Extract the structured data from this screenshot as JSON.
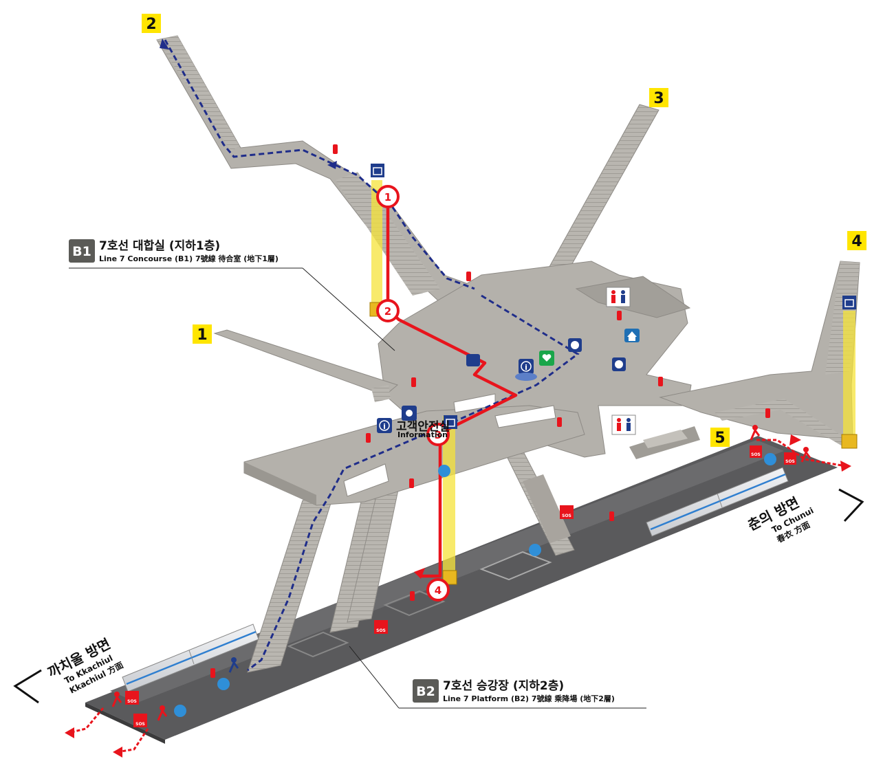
{
  "exits": [
    {
      "label": "2"
    },
    {
      "label": "3"
    },
    {
      "label": "4"
    },
    {
      "label": "1"
    },
    {
      "label": "5"
    }
  ],
  "concourse": {
    "badge": "B1",
    "title_ko": "7호선 대합실 (지하1층)",
    "title_en": "Line 7 Concourse (B1) 7號線 待合室 (地下1層)"
  },
  "platform": {
    "badge": "B2",
    "title_ko": "7호선 승강장 (지하2층)",
    "title_en": "Line 7 Platform (B2) 7號線 乘降場 (地下2層)"
  },
  "route_steps": [
    "1",
    "2",
    "3",
    "4"
  ],
  "directions": {
    "left": {
      "ko": "까치울 방면",
      "en": "To Kkachiul",
      "hanja": "Kkachiul 方面"
    },
    "right": {
      "ko": "춘의 방면",
      "en": "To Chunui",
      "hanja": "春衣 方面"
    }
  },
  "info_booth": {
    "ko": "고객안전실",
    "en": "Information"
  },
  "icons": {
    "info": "i",
    "sos": "SOS"
  },
  "colors": {
    "floor": "#b4b1ab",
    "floor_dark": "#8d8a85",
    "platform": "#5a5a5c",
    "route": "#e8141c",
    "path": "#1f2d8a",
    "elevator": "#f5e33a",
    "exit_badge": "#ffe500",
    "floor_badge": "#5b5b57"
  }
}
